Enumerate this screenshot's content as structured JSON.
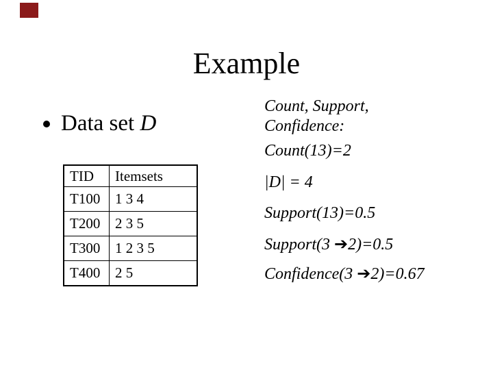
{
  "slide": {
    "marker": {
      "icon": "slide-corner-marker",
      "color": "#8b1a1a"
    },
    "title": "Example",
    "bullet": {
      "icon": "filled-circle-bullet",
      "text": "Data set ",
      "variable": "D"
    },
    "table": {
      "headers": [
        "TID",
        "Itemsets"
      ],
      "rows": [
        {
          "tid": "T100",
          "itemsets": "1 3 4"
        },
        {
          "tid": "T200",
          "itemsets": "2 3 5"
        },
        {
          "tid": "T300",
          "itemsets": "1 2 3 5"
        },
        {
          "tid": "T400",
          "itemsets": "2 5"
        }
      ]
    },
    "notes": {
      "intro_line1": "Count, Support,",
      "intro_line2": "Confidence:",
      "count": "Count(13)=2",
      "cardinality": "|D| = 4",
      "support_13": "Support(13)=0.5",
      "support_rule": "Support(3 ➔2)=0.5",
      "confidence_rule": "Confidence(3 ➔2)=0.67"
    }
  }
}
